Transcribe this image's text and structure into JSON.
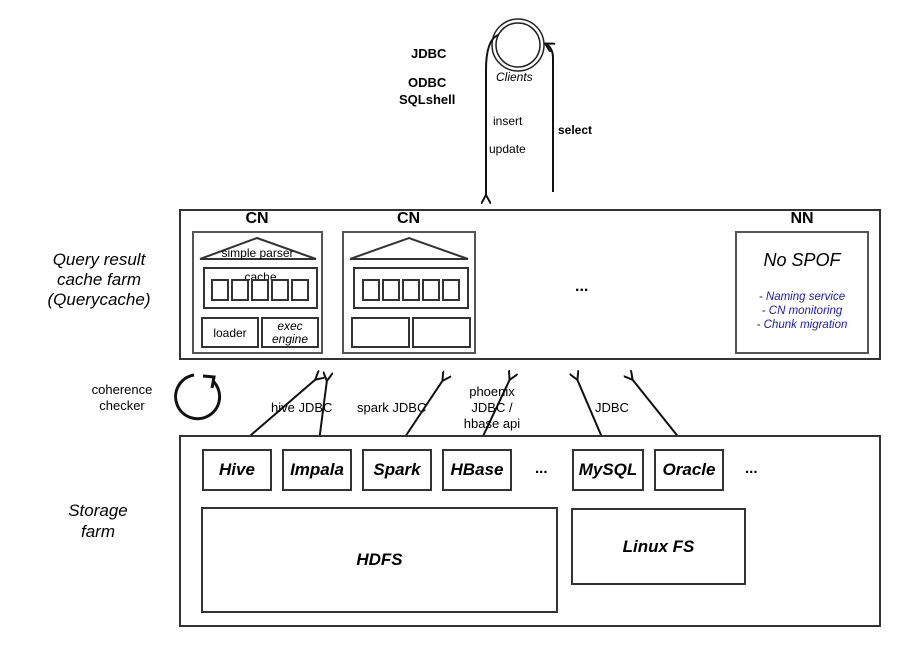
{
  "clients": {
    "label": "Clients",
    "protocols": [
      "JDBC",
      "ODBC",
      "SQLshell"
    ],
    "down_labels": [
      "insert",
      "update"
    ],
    "up_label": "select"
  },
  "querycache_farm": {
    "label_lines": [
      "Query result",
      "cache farm",
      "(Querycache)"
    ],
    "nodes": [
      {
        "title": "CN",
        "parser_label": "simple parser",
        "cache_label": "cache",
        "cache_slots": 5,
        "loader_label": "loader",
        "engine_label_lines": [
          "exec",
          "engine"
        ]
      },
      {
        "title": "CN",
        "parser_label": "",
        "cache_label": "",
        "cache_slots": 5,
        "loader_label": "",
        "engine_label_lines": [
          "",
          ""
        ]
      }
    ],
    "ellipsis": "...",
    "name_node": {
      "title": "NN",
      "headline": "No SPOF",
      "features": [
        "- Naming service",
        "- CN monitoring",
        "- Chunk migration"
      ],
      "feature_color": "#1a1acc"
    }
  },
  "coherence_checker": {
    "label_lines": [
      "coherence",
      "checker"
    ]
  },
  "connectors": {
    "hive": "hive JDBC",
    "spark": "spark JDBC",
    "hbase_lines": [
      "phoenix",
      "JDBC /",
      "hbase api"
    ],
    "jdbc": "JDBC"
  },
  "storage_farm": {
    "label_lines": [
      "Storage",
      "farm"
    ],
    "engines": [
      "Hive",
      "Impala",
      "Spark",
      "HBase",
      "...",
      "MySQL",
      "Oracle",
      "..."
    ],
    "filesystems": [
      "HDFS",
      "Linux FS"
    ]
  }
}
